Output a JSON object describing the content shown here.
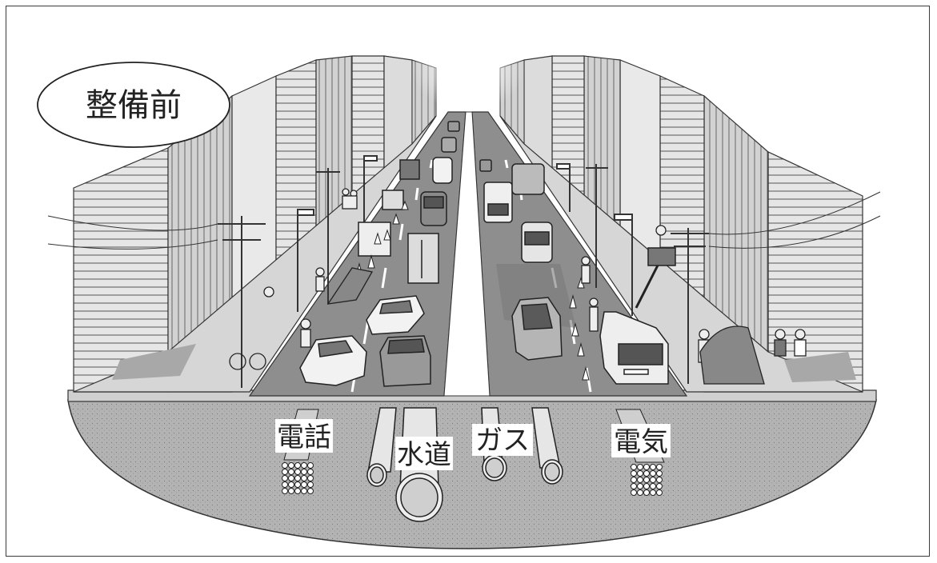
{
  "title_badge": "整備前",
  "utility_labels": {
    "telephone": "電話",
    "water": "水道",
    "gas": "ガス",
    "electricity": "電気"
  },
  "colors": {
    "ink": "#222222",
    "road_asphalt": "#8c8c8c",
    "road_light": "#b8b8b8",
    "sidewalk": "#d9d9d9",
    "building": "#c9c9c9",
    "ground": "#a9a9a9",
    "shadow": "#9a9a9a"
  }
}
